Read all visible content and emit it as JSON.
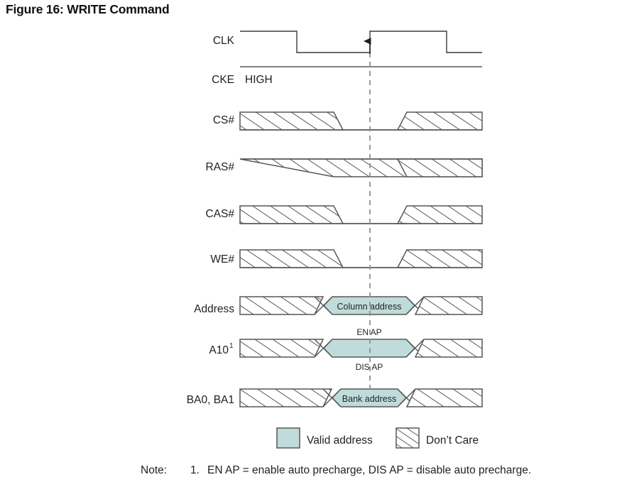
{
  "figure": {
    "title": "Figure 16: WRITE Command"
  },
  "colors": {
    "valid_address_fill": "#bfdcdb",
    "hatch_stroke": "#3a3a3c",
    "signal_stroke": "#555759",
    "marker_dash": "#8d8f91",
    "text": "#231f20"
  },
  "signals": [
    {
      "name": "clk",
      "label": "CLK",
      "type": "clock"
    },
    {
      "name": "cke",
      "label": "CKE",
      "type": "static",
      "value": "HIGH"
    },
    {
      "name": "cs",
      "label": "CS#",
      "type": "command",
      "active": "low"
    },
    {
      "name": "ras",
      "label": "RAS#",
      "type": "command",
      "active": "high"
    },
    {
      "name": "cas",
      "label": "CAS#",
      "type": "command",
      "active": "low"
    },
    {
      "name": "we",
      "label": "WE#",
      "type": "command",
      "active": "low"
    },
    {
      "name": "addr",
      "label": "Address",
      "type": "bus",
      "bubble": "Column address"
    },
    {
      "name": "a10",
      "label": "A10",
      "label_sup": "1",
      "type": "bus",
      "bubble": "",
      "above": "EN AP",
      "below": "DIS AP"
    },
    {
      "name": "ba",
      "label": "BA0, BA1",
      "type": "bus",
      "bubble": "Bank address"
    }
  ],
  "legend": {
    "items": [
      {
        "name": "valid-address",
        "label": "Valid address",
        "swatch": "fill"
      },
      {
        "name": "dont-care",
        "label": "Don’t Care",
        "swatch": "hatch"
      }
    ]
  },
  "note": {
    "label": "Note:",
    "number": "1.",
    "text": "EN AP = enable auto precharge, DIS AP = disable auto precharge."
  }
}
